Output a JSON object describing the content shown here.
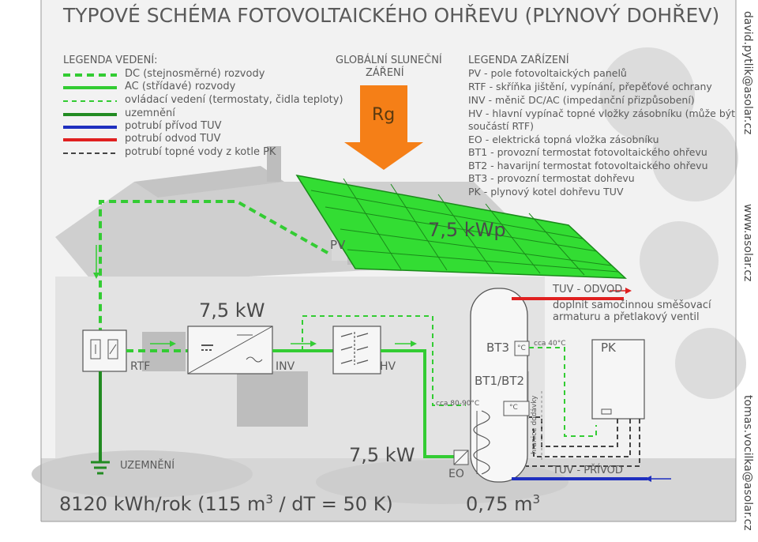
{
  "title": "TYPOVÉ SCHÉMA FOTOVOLTAICKÉHO OHŘEVU (PLYNOVÝ DOHŘEV)",
  "legend_lines": {
    "heading": "LEGENDA VEDENÍ:",
    "items": [
      {
        "label": "DC (stejnosměrné) rozvody",
        "color": "#33cc33",
        "style": "dashed-thick"
      },
      {
        "label": "AC (střídavé) rozvody",
        "color": "#33cc33",
        "style": "solid"
      },
      {
        "label": "ovládací vedení (termostaty, čidla teploty)",
        "color": "#33cc33",
        "style": "dashed-thin"
      },
      {
        "label": "uzemnění",
        "color": "#228b22",
        "style": "solid-thick"
      },
      {
        "label": "potrubí přívod TUV",
        "color": "#1f2fbf",
        "style": "solid"
      },
      {
        "label": "potrubí odvod TUV",
        "color": "#e02020",
        "style": "solid"
      },
      {
        "label": "potrubí topné vody z kotle PK",
        "color": "#444444",
        "style": "dashed-dark"
      }
    ]
  },
  "irradiance": {
    "heading_line1": "GLOBÁLNÍ SLUNEČNÍ",
    "heading_line2": "ZÁŘENÍ",
    "symbol": "Rg",
    "color": "#f57f17"
  },
  "legend_devices": {
    "heading": "LEGENDA ZAŘÍZENÍ",
    "items": [
      "PV - pole fotovoltaických panelů",
      "RTF - skříňka jištění, vypínání, přepěťové ochrany",
      "INV - měnič DC/AC (impedanční přizpůsobení)",
      "HV - hlavní vypínač topné vložky zásobníku (může být",
      "součástí RTF)",
      "EO - elektrická topná vložka zásobníku",
      "BT1 - provozní termostat fotovoltaického ohřevu",
      "BT2 - havarijní termostat fotovoltaického ohřevu",
      "BT3 - provozní termostat dohřevu",
      "PK - plynový kotel dohřevu TUV"
    ]
  },
  "side_labels": {
    "right_top": "david.pytlik@asolar.cz",
    "right_mid": "www.asolar.cz",
    "right_bottom": "tomas.vocilka@asolar.cz"
  },
  "diagram": {
    "pv_label": "PV",
    "pv_power": "7,5 kWp",
    "inverter_power": "7,5 kW",
    "heater_power": "7,5 kW",
    "rtf_label": "RTF",
    "inv_label": "INV",
    "hv_label": "HV",
    "ground_label": "UZEMNĚNÍ",
    "eo_label": "EO",
    "bt3_label": "BT3",
    "bt12_label": "BT1/BT2",
    "temp_deg": "°C",
    "temp_hot": "cca 80-90°C",
    "temp_aux": "cca 40°C",
    "supply_boundary": "hranice dodávky",
    "tuv_out": "TUV - ODVOD",
    "tuv_out_note1": "doplnit samočinnou směšovací",
    "tuv_out_note2": "armaturu a přetlakový ventil",
    "tuv_in": "TUV - PŘÍVOD",
    "pk_label": "PK",
    "energy_main": "8120 kWh/rok (115 m",
    "energy_exp": "3",
    "energy_tail": " / dT = 50 K)",
    "volume_main": "0,75 m",
    "volume_exp": "3"
  },
  "colors": {
    "green": "#33cc33",
    "dark_green": "#228b22",
    "blue": "#1f2fbf",
    "red": "#e02020",
    "orange": "#f57f17"
  }
}
